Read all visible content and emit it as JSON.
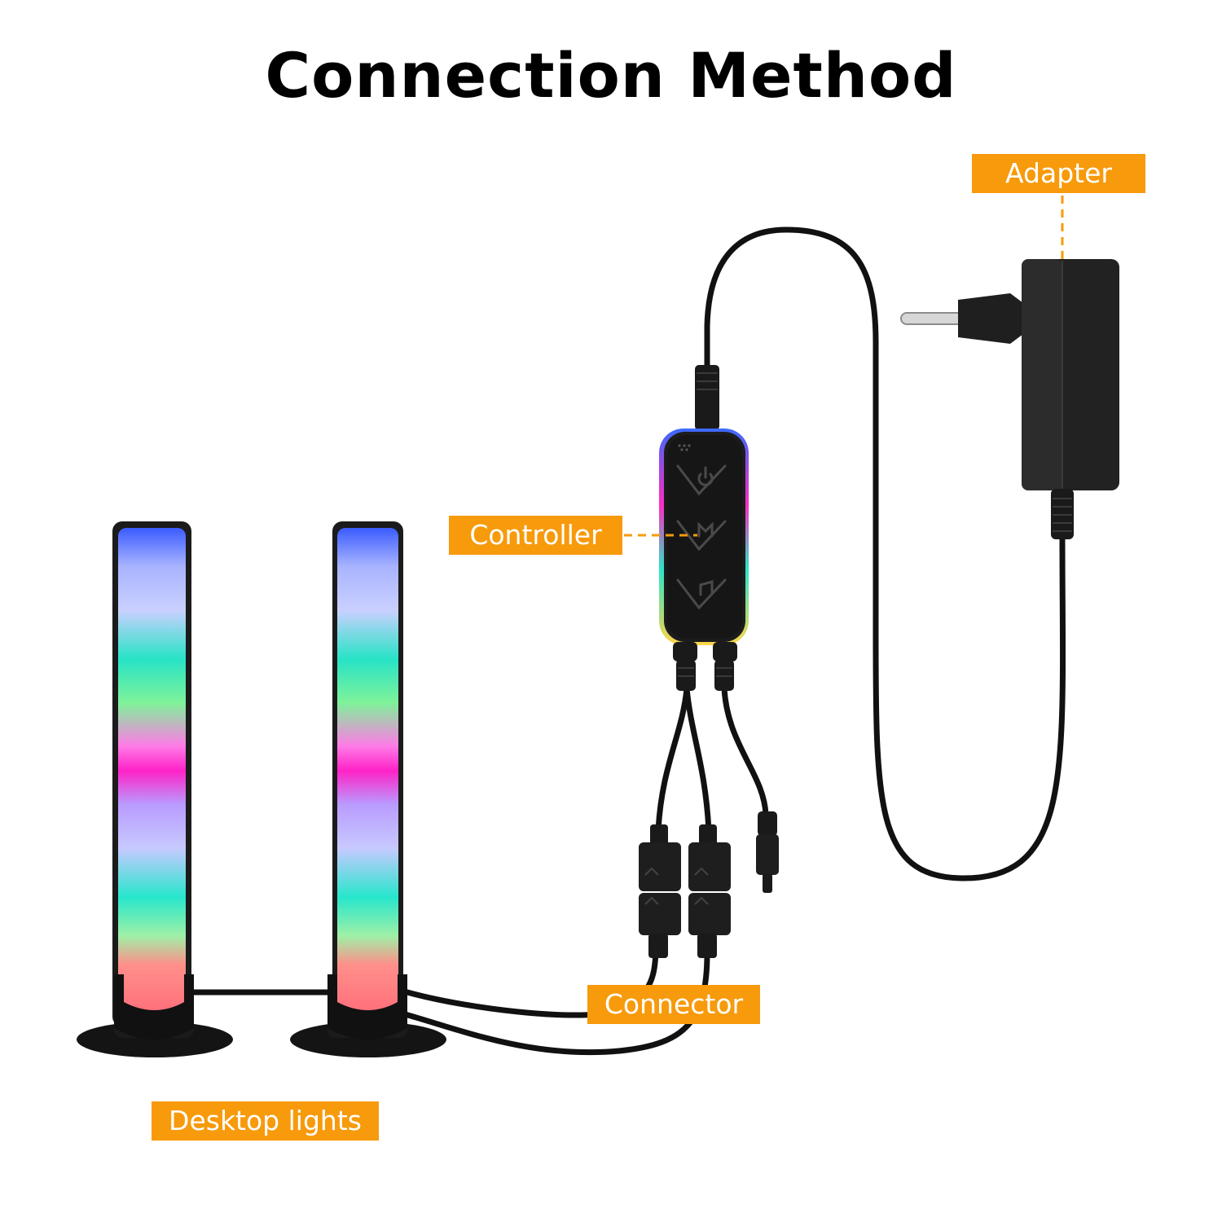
{
  "title": "Connection Method",
  "labels": {
    "adapter": "Adapter",
    "controller": "Controller",
    "connector": "Connector",
    "desktop_lights": "Desktop lights"
  },
  "colors": {
    "accent": "#f79a0b",
    "device": "#1b1b1b",
    "cable": "#111111"
  },
  "controller_buttons": [
    "power-icon",
    "mode-icon",
    "music-icon"
  ]
}
